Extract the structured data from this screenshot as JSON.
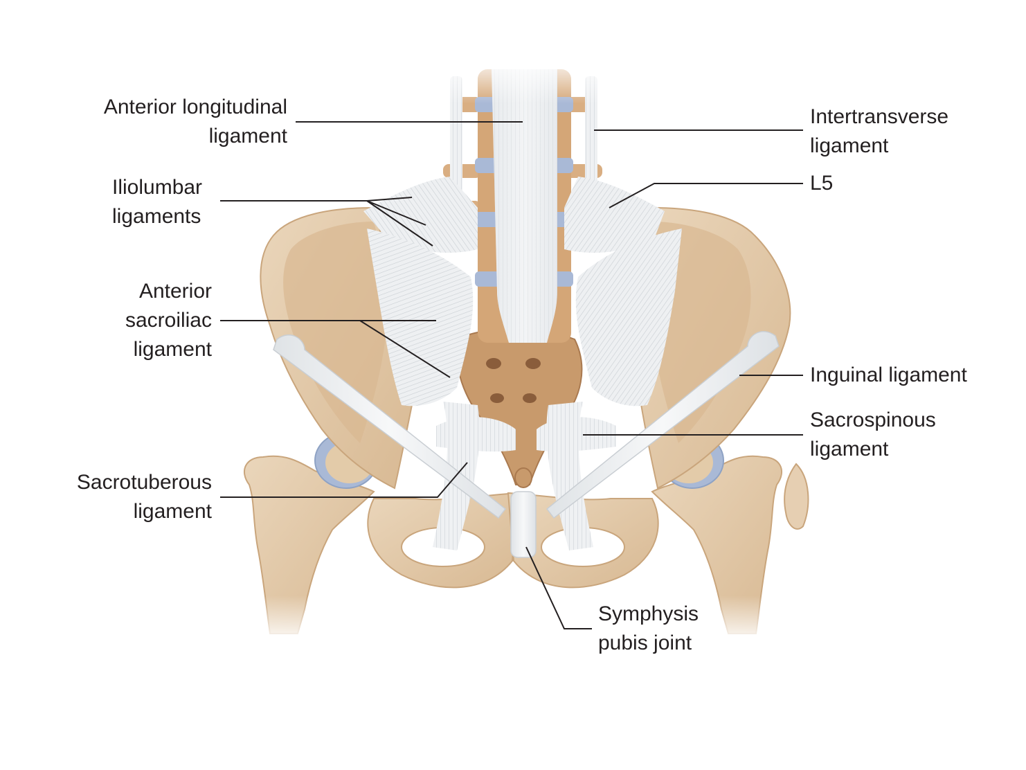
{
  "diagram": {
    "labels": {
      "anterior_longitudinal": [
        "Anterior longitudinal",
        "ligament"
      ],
      "iliolumbar": [
        "Iliolumbar",
        "ligaments"
      ],
      "anterior_sacroiliac": [
        "Anterior",
        "sacroiliac",
        "ligament"
      ],
      "sacrotuberous": [
        "Sacrotuberous",
        "ligament"
      ],
      "intertransverse": [
        "Intertransverse",
        "ligament"
      ],
      "l5": [
        "L5"
      ],
      "inguinal": [
        "Inguinal ligament"
      ],
      "sacrospinous": [
        "Sacrospinous",
        "ligament"
      ],
      "symphysis": [
        "Symphysis",
        "pubis joint"
      ]
    },
    "colors": {
      "bone": "#e6cfb2",
      "bone_shadow": "#c9a57c",
      "sacrum": "#c89a6c",
      "ligament": "#eceff1",
      "ligament_line": "#c9ced3",
      "cartilage": "#a9b9d6",
      "leader": "#231f20"
    }
  }
}
